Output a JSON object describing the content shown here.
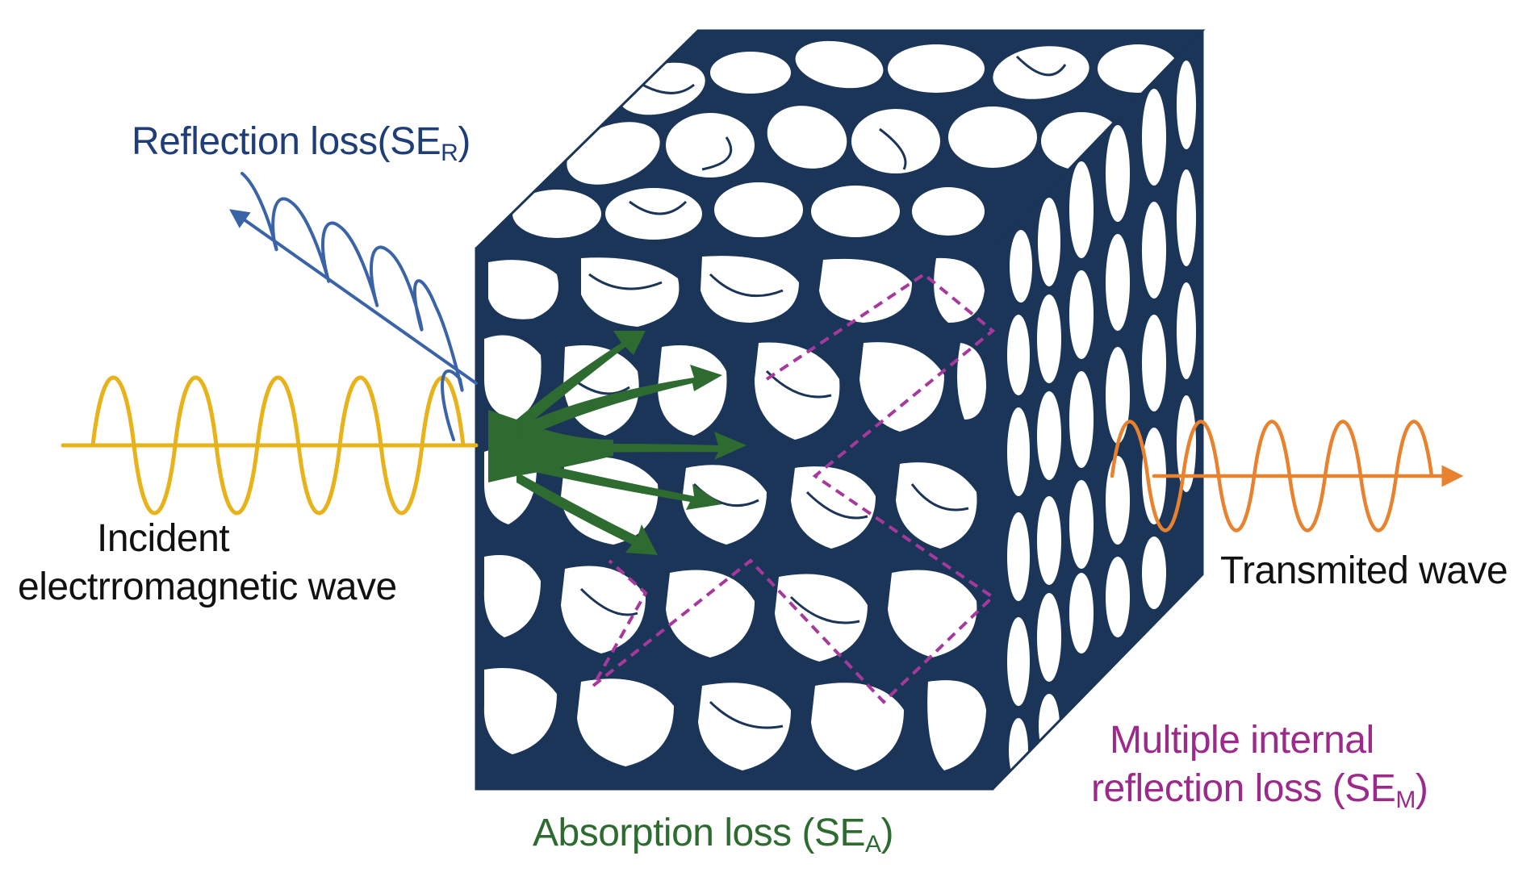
{
  "labels": {
    "reflection_text": "Reflection loss(SE",
    "reflection_sub": "R",
    "reflection_close": ")",
    "incident_line1": "Incident",
    "incident_line2": "electrromagnetic wave",
    "absorption_text": "Absorption loss (SE",
    "absorption_sub": "A",
    "absorption_close": ")",
    "transmitted": "Transmited wave",
    "multiple_line1": "Multiple internal",
    "multiple_line2_text": "reflection loss (SE",
    "multiple_line2_sub": "M",
    "multiple_line2_close": ")"
  },
  "colors": {
    "incident_wave": "#e8b21a",
    "reflected_wave": "#3a63a8",
    "transmitted_wave": "#e8822e",
    "absorption_arrows": "#2e6b30",
    "internal_reflection": "#a63a9c",
    "cube_network": "#1b3558"
  }
}
